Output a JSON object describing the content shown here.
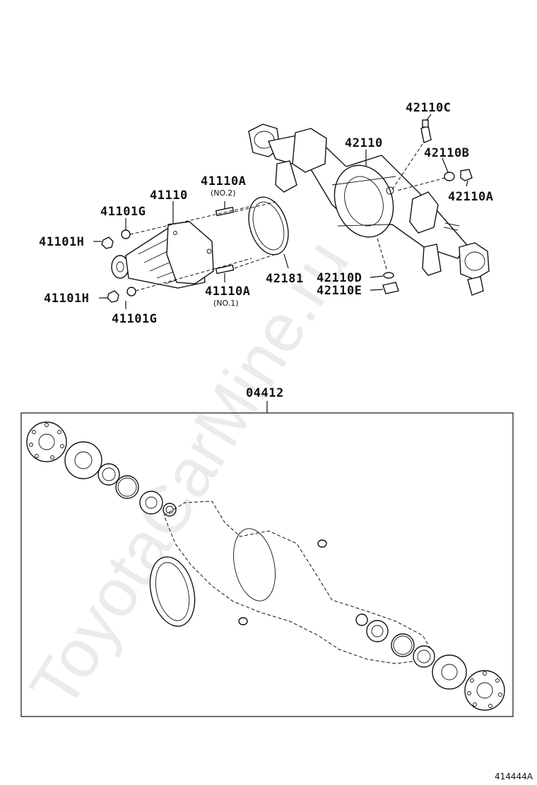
{
  "watermark": "ToyotaCarMine.ru",
  "reference_code": "414444A",
  "kit": {
    "part_no": "04412"
  },
  "labels": {
    "p41110": "41110",
    "p41110A_no2": "41110A",
    "p41110A_no2_sub": "(NO.2)",
    "p41110A_no1": "41110A",
    "p41110A_no1_sub": "(NO.1)",
    "p41101G_top": "41101G",
    "p41101H_top": "41101H",
    "p41101H_bottom": "41101H",
    "p41101G_bottom": "41101G",
    "p42181": "42181",
    "p42110": "42110",
    "p42110C": "42110C",
    "p42110B": "42110B",
    "p42110A": "42110A",
    "p42110D": "42110D",
    "p42110E": "42110E"
  }
}
